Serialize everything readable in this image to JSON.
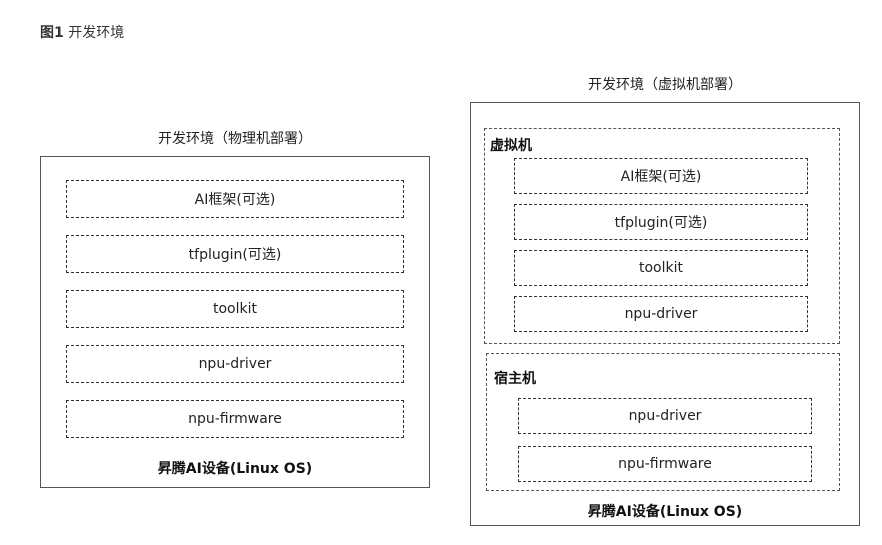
{
  "figure": {
    "label": "图1",
    "title": "开发环境"
  },
  "physical": {
    "title": "开发环境（物理机部署）",
    "layers": [
      "AI框架(可选)",
      "tfplugin(可选)",
      "toolkit",
      "npu-driver",
      "npu-firmware"
    ],
    "device": "昇腾AI设备(Linux OS)"
  },
  "virtual": {
    "title": "开发环境（虚拟机部署）",
    "vm": {
      "label": "虚拟机",
      "layers": [
        "AI框架(可选)",
        "tfplugin(可选)",
        "toolkit",
        "npu-driver"
      ]
    },
    "host": {
      "label": "宿主机",
      "layers": [
        "npu-driver",
        "npu-firmware"
      ]
    },
    "device": "昇腾AI设备(Linux OS)"
  }
}
